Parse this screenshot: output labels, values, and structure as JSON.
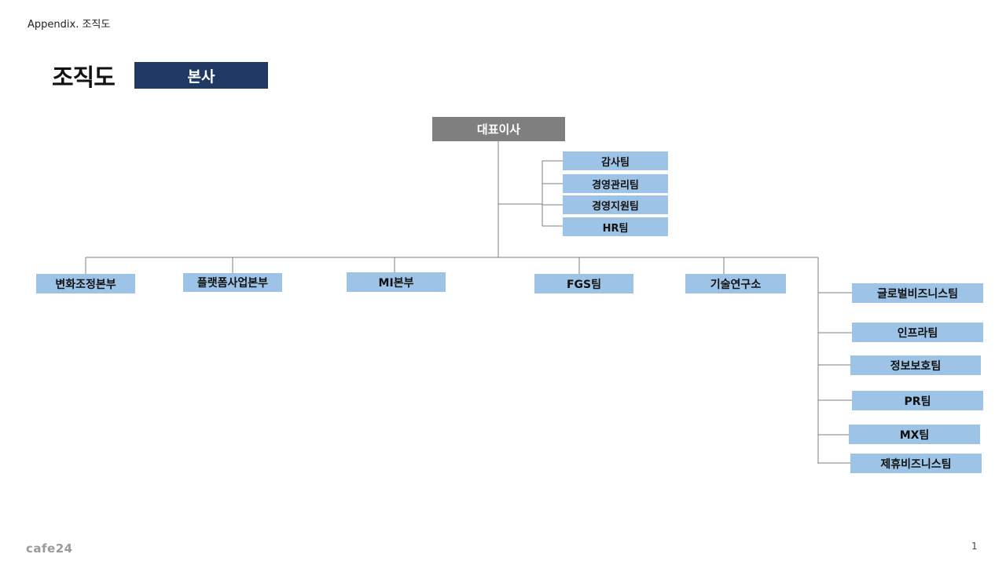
{
  "header": {
    "appendix": "Appendix. 조직도",
    "title": "조직도",
    "badge": "본사"
  },
  "org": {
    "ceo": "대표이사",
    "staff": [
      "감사팀",
      "경영관리팀",
      "경영지원팀",
      "HR팀"
    ],
    "divisions": [
      "변화조정본부",
      "플랫폼사업본부",
      "MI본부",
      "FGS팀",
      "기술연구소"
    ],
    "teams": [
      "글로벌비즈니스팀",
      "인프라팀",
      "정보보호팀",
      "PR팀",
      "MX팀",
      "제휴비즈니스팀"
    ]
  },
  "footer": {
    "logo": "cafe24",
    "page": "1"
  },
  "colors": {
    "badge": "#1f3864",
    "ceo": "#7f7f7f",
    "unit": "#9dc3e6",
    "line": "#7f7f7f"
  }
}
